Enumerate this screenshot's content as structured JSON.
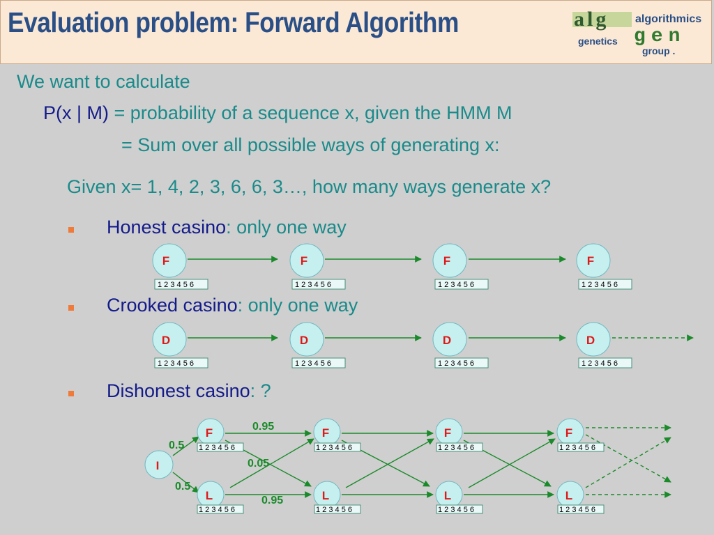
{
  "title": "Evaluation problem: Forward Algorithm",
  "logo": {
    "alg": "alg",
    "algorithmics": "algorithmics",
    "genetics": "genetics",
    "gen": "gen",
    "group": "group ."
  },
  "intro": {
    "line1": "We want to calculate",
    "line2_lhs": "P(x | M)",
    "line2_rhs": "= probability of a sequence x, given the HMM M",
    "line3": "= Sum over all possible ways of generating x:",
    "given": "Given x= 1, 4, 2, 3, 6, 6, 3…, how many ways generate x?"
  },
  "bullets": [
    {
      "label": "Honest casino",
      "suffix": ": only one way"
    },
    {
      "label": "Crooked casino",
      "suffix": ": only one way"
    },
    {
      "label": "Dishonest casino",
      "suffix": ": ?"
    }
  ],
  "states": {
    "fair": "F",
    "dishonest": "D",
    "loaded": "L",
    "initial": "I"
  },
  "dice_faces": "1 2 3 4  5 6",
  "probabilities": {
    "init_to_f": "0.5",
    "init_to_l": "0.5",
    "f_to_f": "0.95",
    "f_to_l": "0.05",
    "l_to_l": "0.95"
  }
}
